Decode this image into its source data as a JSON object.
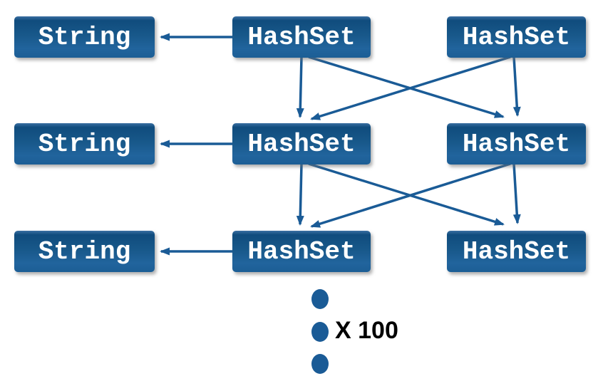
{
  "diagram": {
    "description": "Linked structure diagram: rows of HashSet nodes referencing String nodes and next-row HashSet nodes, repeated 100 times",
    "nodes": [
      {
        "id": "string-1",
        "label": "String",
        "row": 1,
        "column": "left"
      },
      {
        "id": "hashset-mid-1",
        "label": "HashSet",
        "row": 1,
        "column": "middle"
      },
      {
        "id": "hashset-right-1",
        "label": "HashSet",
        "row": 1,
        "column": "right"
      },
      {
        "id": "string-2",
        "label": "String",
        "row": 2,
        "column": "left"
      },
      {
        "id": "hashset-mid-2",
        "label": "HashSet",
        "row": 2,
        "column": "middle"
      },
      {
        "id": "hashset-right-2",
        "label": "HashSet",
        "row": 2,
        "column": "right"
      },
      {
        "id": "string-3",
        "label": "String",
        "row": 3,
        "column": "left"
      },
      {
        "id": "hashset-mid-3",
        "label": "HashSet",
        "row": 3,
        "column": "middle"
      },
      {
        "id": "hashset-right-3",
        "label": "HashSet",
        "row": 3,
        "column": "right"
      }
    ],
    "edges": [
      {
        "from": "hashset-mid-1",
        "to": "string-1"
      },
      {
        "from": "hashset-mid-2",
        "to": "string-2"
      },
      {
        "from": "hashset-mid-3",
        "to": "string-3"
      },
      {
        "from": "hashset-mid-1",
        "to": "hashset-mid-2"
      },
      {
        "from": "hashset-mid-1",
        "to": "hashset-right-2"
      },
      {
        "from": "hashset-right-1",
        "to": "hashset-mid-2"
      },
      {
        "from": "hashset-right-1",
        "to": "hashset-right-2"
      },
      {
        "from": "hashset-mid-2",
        "to": "hashset-mid-3"
      },
      {
        "from": "hashset-mid-2",
        "to": "hashset-right-3"
      },
      {
        "from": "hashset-right-2",
        "to": "hashset-mid-3"
      },
      {
        "from": "hashset-right-2",
        "to": "hashset-right-3"
      }
    ],
    "ellipsis_dot_count": 3,
    "multiplier_label": "X 100",
    "colors": {
      "background": "#ffffff",
      "node_fill_top": "#0f4b7c",
      "node_fill_bottom": "#20639c",
      "node_text": "#ffffff",
      "arrow": "#1a5b96",
      "ellipsis_dot": "#1a5b96",
      "multiplier_text": "#000000"
    }
  }
}
